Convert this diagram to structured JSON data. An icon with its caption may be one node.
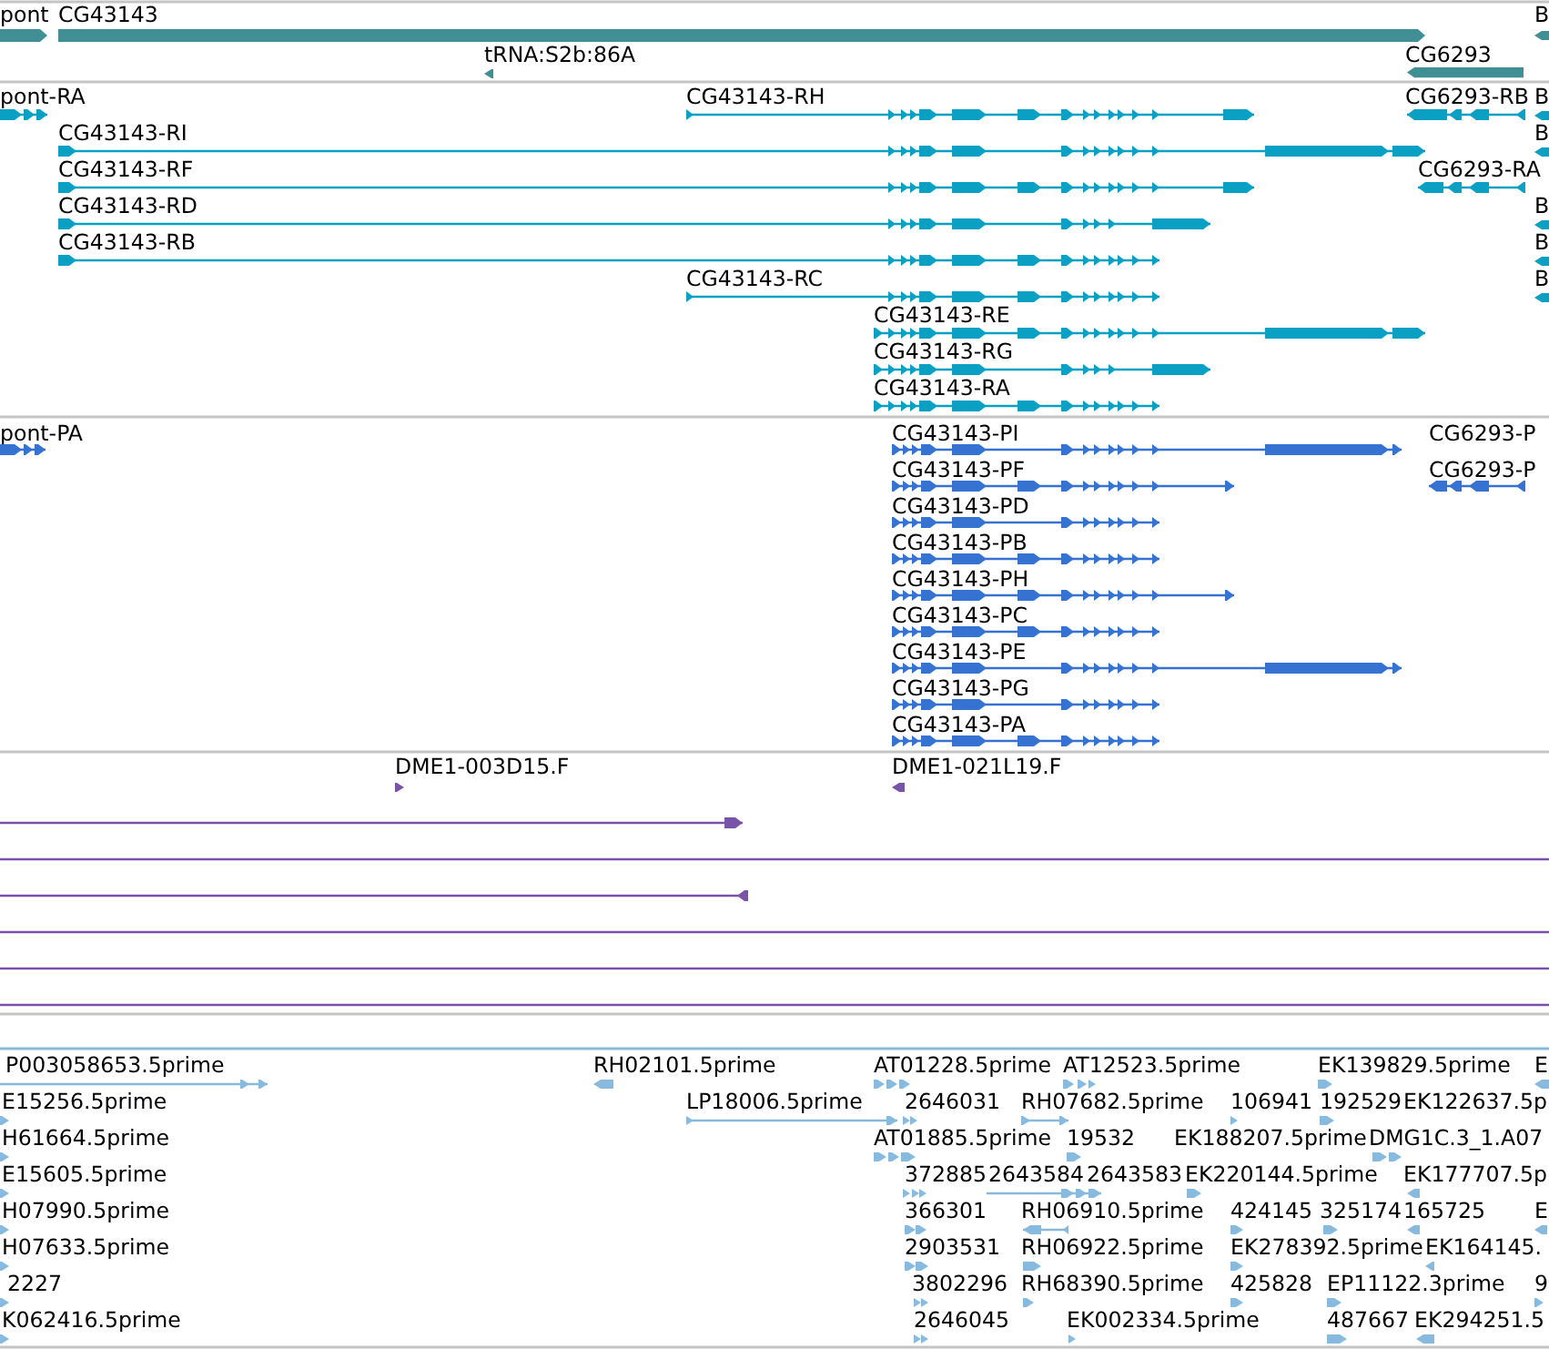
{
  "diagram": {
    "nodes": [
      {
        "text": [
          "pont"
        ]
      },
      {
        "text": [
          "CG43143"
        ]
      },
      {
        "text": [
          "B"
        ]
      },
      {
        "text": [
          "tRNA:S2b:86A"
        ]
      },
      {
        "text": [
          "CG6293"
        ]
      },
      {
        "text": [
          "pont-RA"
        ]
      },
      {
        "text": [
          "CG43143-RH"
        ]
      },
      {
        "text": [
          "CG6293-RB"
        ]
      },
      {
        "text": [
          "B"
        ]
      },
      {
        "text": [
          "CG43143-RI"
        ]
      },
      {
        "text": [
          "B"
        ]
      },
      {
        "text": [
          "CG43143-RF"
        ]
      },
      {
        "text": [
          "CG6293-RA"
        ]
      },
      {
        "text": [
          "CG43143-RD"
        ]
      },
      {
        "text": [
          "B"
        ]
      },
      {
        "text": [
          "CG43143-RB"
        ]
      },
      {
        "text": [
          "B"
        ]
      },
      {
        "text": [
          "CG43143-RC"
        ]
      },
      {
        "text": [
          "B"
        ]
      },
      {
        "text": [
          "CG43143-RE"
        ]
      },
      {
        "text": [
          "CG43143-RG"
        ]
      },
      {
        "text": [
          "CG43143-RA"
        ]
      },
      {
        "text": [
          "pont-PA"
        ]
      },
      {
        "text": [
          "CG43143-PI"
        ]
      },
      {
        "text": [
          "CG6293-P"
        ]
      },
      {
        "text": [
          "CG43143-PF"
        ]
      },
      {
        "text": [
          "CG6293-P"
        ]
      },
      {
        "text": [
          "CG43143-PD"
        ]
      },
      {
        "text": [
          "CG43143-PB"
        ]
      },
      {
        "text": [
          "CG43143-PH"
        ]
      },
      {
        "text": [
          "CG43143-PC"
        ]
      },
      {
        "text": [
          "CG43143-PE"
        ]
      },
      {
        "text": [
          "CG43143-PG"
        ]
      },
      {
        "text": [
          "CG43143-PA"
        ]
      },
      {
        "text": [
          "DME1-003D15.F"
        ]
      },
      {
        "text": [
          "DME1-021L19.F"
        ]
      },
      {
        "text": [
          "P003058653.5prime"
        ]
      },
      {
        "text": [
          "RH02101.5prime"
        ]
      },
      {
        "text": [
          "AT01228.5prime"
        ]
      },
      {
        "text": [
          "AT12523.5prime"
        ]
      },
      {
        "text": [
          "EK139829.5prime"
        ]
      },
      {
        "text": [
          "E"
        ]
      },
      {
        "text": [
          "E15256.5prime"
        ]
      },
      {
        "text": [
          "LP18006.5prime"
        ]
      },
      {
        "text": [
          "2646031"
        ]
      },
      {
        "text": [
          "RH07682.5prime"
        ]
      },
      {
        "text": [
          "106941"
        ]
      },
      {
        "text": [
          "192529"
        ]
      },
      {
        "text": [
          "EK122637.5p"
        ]
      },
      {
        "text": [
          "H61664.5prime"
        ]
      },
      {
        "text": [
          "AT01885.5prime"
        ]
      },
      {
        "text": [
          "19532"
        ]
      },
      {
        "text": [
          "EK188207.5prime"
        ]
      },
      {
        "text": [
          "DMG1C.3_1.A07"
        ]
      },
      {
        "text": [
          "E15605.5prime"
        ]
      },
      {
        "text": [
          "372885"
        ]
      },
      {
        "text": [
          "2643584"
        ]
      },
      {
        "text": [
          "2643583"
        ]
      },
      {
        "text": [
          "EK220144.5prime"
        ]
      },
      {
        "text": [
          "EK177707.5p"
        ]
      },
      {
        "text": [
          "H07990.5prime"
        ]
      },
      {
        "text": [
          "366301"
        ]
      },
      {
        "text": [
          "RH06910.5prime"
        ]
      },
      {
        "text": [
          "424145"
        ]
      },
      {
        "text": [
          "325174"
        ]
      },
      {
        "text": [
          "165725"
        ]
      },
      {
        "text": [
          "E"
        ]
      },
      {
        "text": [
          "H07633.5prime"
        ]
      },
      {
        "text": [
          "2903531"
        ]
      },
      {
        "text": [
          "RH06922.5prime"
        ]
      },
      {
        "text": [
          "EK278392.5prime"
        ]
      },
      {
        "text": [
          "EK164145."
        ]
      },
      {
        "text": [
          "2227"
        ]
      },
      {
        "text": [
          "3802296"
        ]
      },
      {
        "text": [
          "RH68390.5prime"
        ]
      },
      {
        "text": [
          "425828"
        ]
      },
      {
        "text": [
          "EP11122.3prime"
        ]
      },
      {
        "text": [
          "9"
        ]
      },
      {
        "text": [
          "K062416.5prime"
        ]
      },
      {
        "text": [
          "2646045"
        ]
      },
      {
        "text": [
          "EK002334.5prime"
        ]
      },
      {
        "text": [
          "487667"
        ]
      },
      {
        "text": [
          "EK294251.5"
        ]
      }
    ]
  }
}
